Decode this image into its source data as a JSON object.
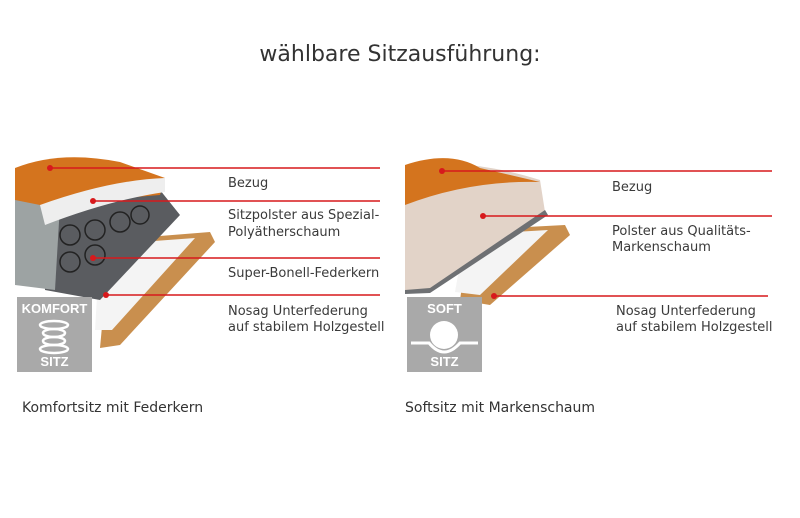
{
  "title": "wählbare Sitzausführung:",
  "left": {
    "caption": "Komfortsitz mit Federkern",
    "badge": {
      "top": "KOMFORT",
      "bottom": "SITZ"
    },
    "labels": [
      "Bezug",
      "Sitzpolster aus Spezial-",
      "Polyätherschaum",
      "Super-Bonell-Federkern",
      "Nosag Unterfederung",
      "auf stabilem Holzgestell"
    ]
  },
  "right": {
    "caption": "Softsitz mit Markenschaum",
    "badge": {
      "top": "SOFT",
      "bottom": "SITZ"
    },
    "labels": [
      "Bezug",
      "Polster aus Qualitäts-",
      "Markenschaum",
      "Nosag Unterfederung",
      "auf stabilem Holzgestell"
    ]
  },
  "colors": {
    "leader_line": "#d7191c",
    "cover": "#d4741e",
    "wood": "#c98f4e",
    "badge": "#a9a9a9"
  }
}
